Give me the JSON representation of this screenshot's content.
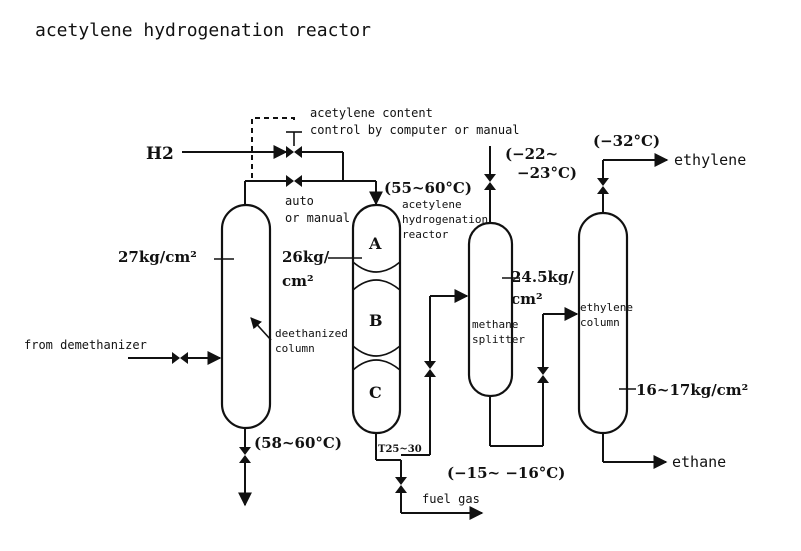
{
  "title": "acetylene hydrogenation reactor",
  "streams": {
    "h2": "H2",
    "from_demethanizer": "from demethanizer",
    "fuel_gas": "fuel gas",
    "ethylene": "ethylene",
    "ethane": "ethane"
  },
  "control": {
    "line1": "acetylene content",
    "line2": "control by computer or manual",
    "auto1": "auto",
    "auto2": "or manual"
  },
  "equipment": {
    "deethanized1": "deethanized",
    "deethanized2": "column",
    "reactor1": "acetylene",
    "reactor2": "hydrogenation",
    "reactor3": "reactor",
    "bed_a": "A",
    "bed_b": "B",
    "bed_c": "C",
    "methane1": "methane",
    "methane2": "splitter",
    "ethylene_col1": "ethylene",
    "ethylene_col2": "column"
  },
  "conditions": {
    "p_deeth": "27kg/cm²",
    "p_reactor1": "26kg/",
    "p_reactor2": "cm²",
    "p_methane1": "24.5kg/",
    "p_methane2": "cm²",
    "p_ethylene": "16~17kg/cm²",
    "t_reactor": "(55~60°C)",
    "t_deeth_bottom": "(58~60°C)",
    "t_reactor_bottom": "T25~30",
    "t_methane_top1": "(−22~",
    "t_methane_top2": "−23°C)",
    "t_ethylene_top": "(−32°C)",
    "t_bottom": "(−15~ −16°C)"
  }
}
